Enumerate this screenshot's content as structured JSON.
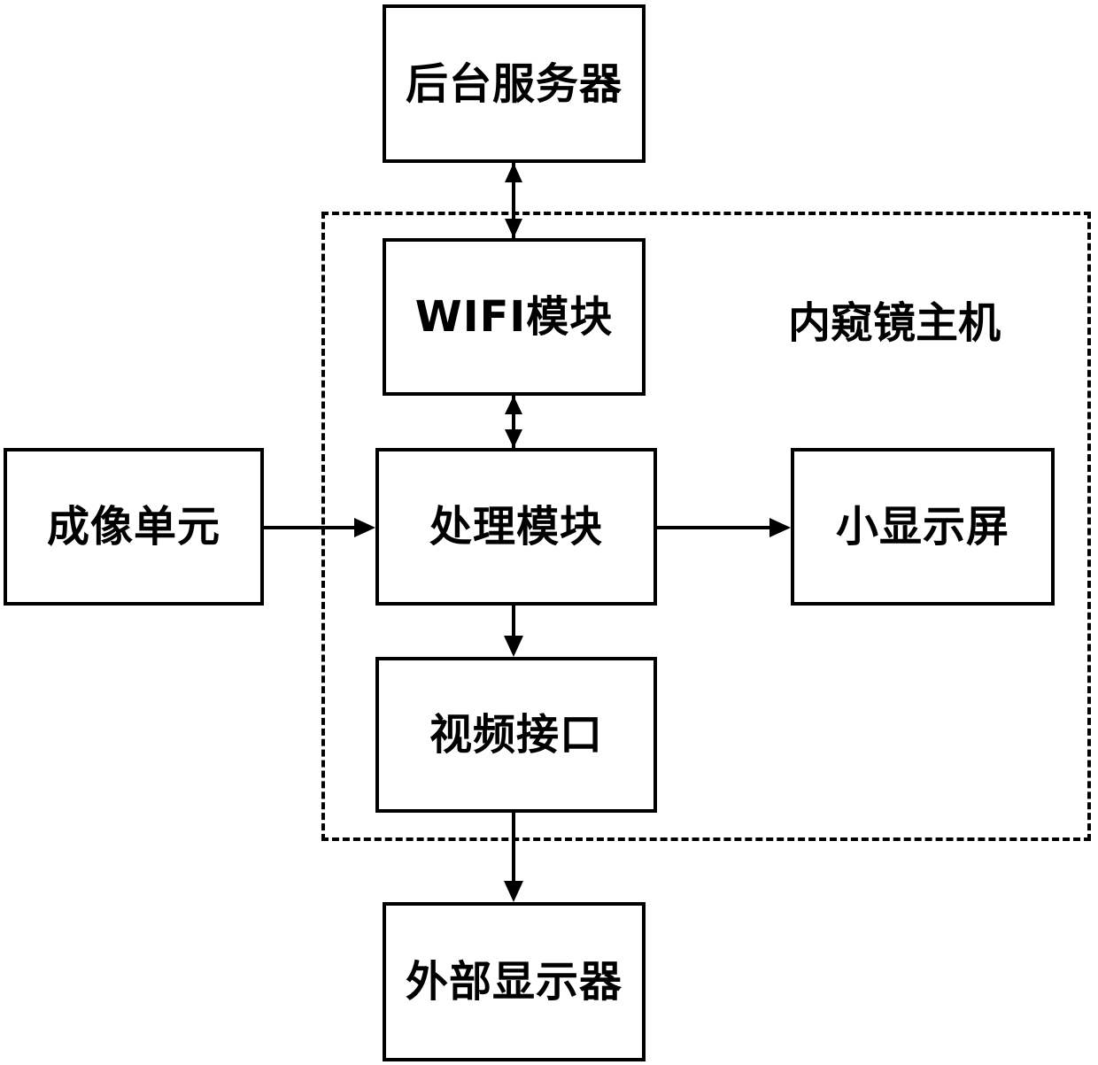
{
  "region": {
    "label": "内窥镜主机"
  },
  "nodes": {
    "server": "后台服务器",
    "wifi": "WIFI模块",
    "processing": "处理模块",
    "imaging": "成像单元",
    "small_display": "小显示屏",
    "video_interface": "视频接口",
    "external_display": "外部显示器"
  },
  "edges": [
    {
      "from": "server",
      "to": "wifi",
      "direction": "bidirectional"
    },
    {
      "from": "wifi",
      "to": "processing",
      "direction": "bidirectional"
    },
    {
      "from": "imaging",
      "to": "processing",
      "direction": "forward"
    },
    {
      "from": "processing",
      "to": "small_display",
      "direction": "forward"
    },
    {
      "from": "processing",
      "to": "video_interface",
      "direction": "forward"
    },
    {
      "from": "video_interface",
      "to": "external_display",
      "direction": "forward"
    }
  ]
}
